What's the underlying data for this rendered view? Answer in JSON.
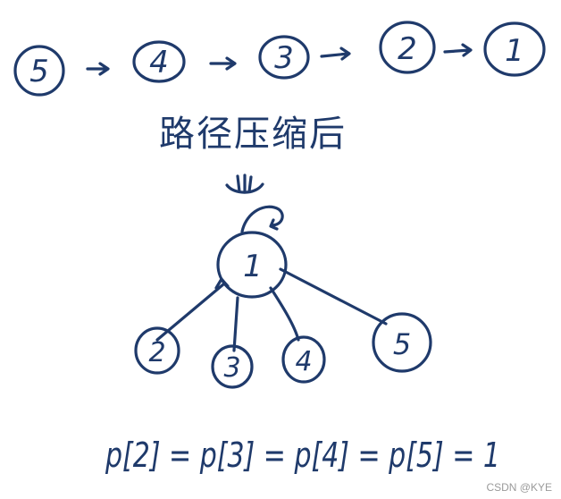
{
  "chain": {
    "nodes": [
      "5",
      "4",
      "3",
      "2",
      "1"
    ]
  },
  "caption": "路径压缩后",
  "tree": {
    "root": "1",
    "children": [
      "2",
      "3",
      "4",
      "5"
    ]
  },
  "formula": "p[2] = p[3] = p[4] = p[5] = 1",
  "watermark": "CSDN @KYE"
}
